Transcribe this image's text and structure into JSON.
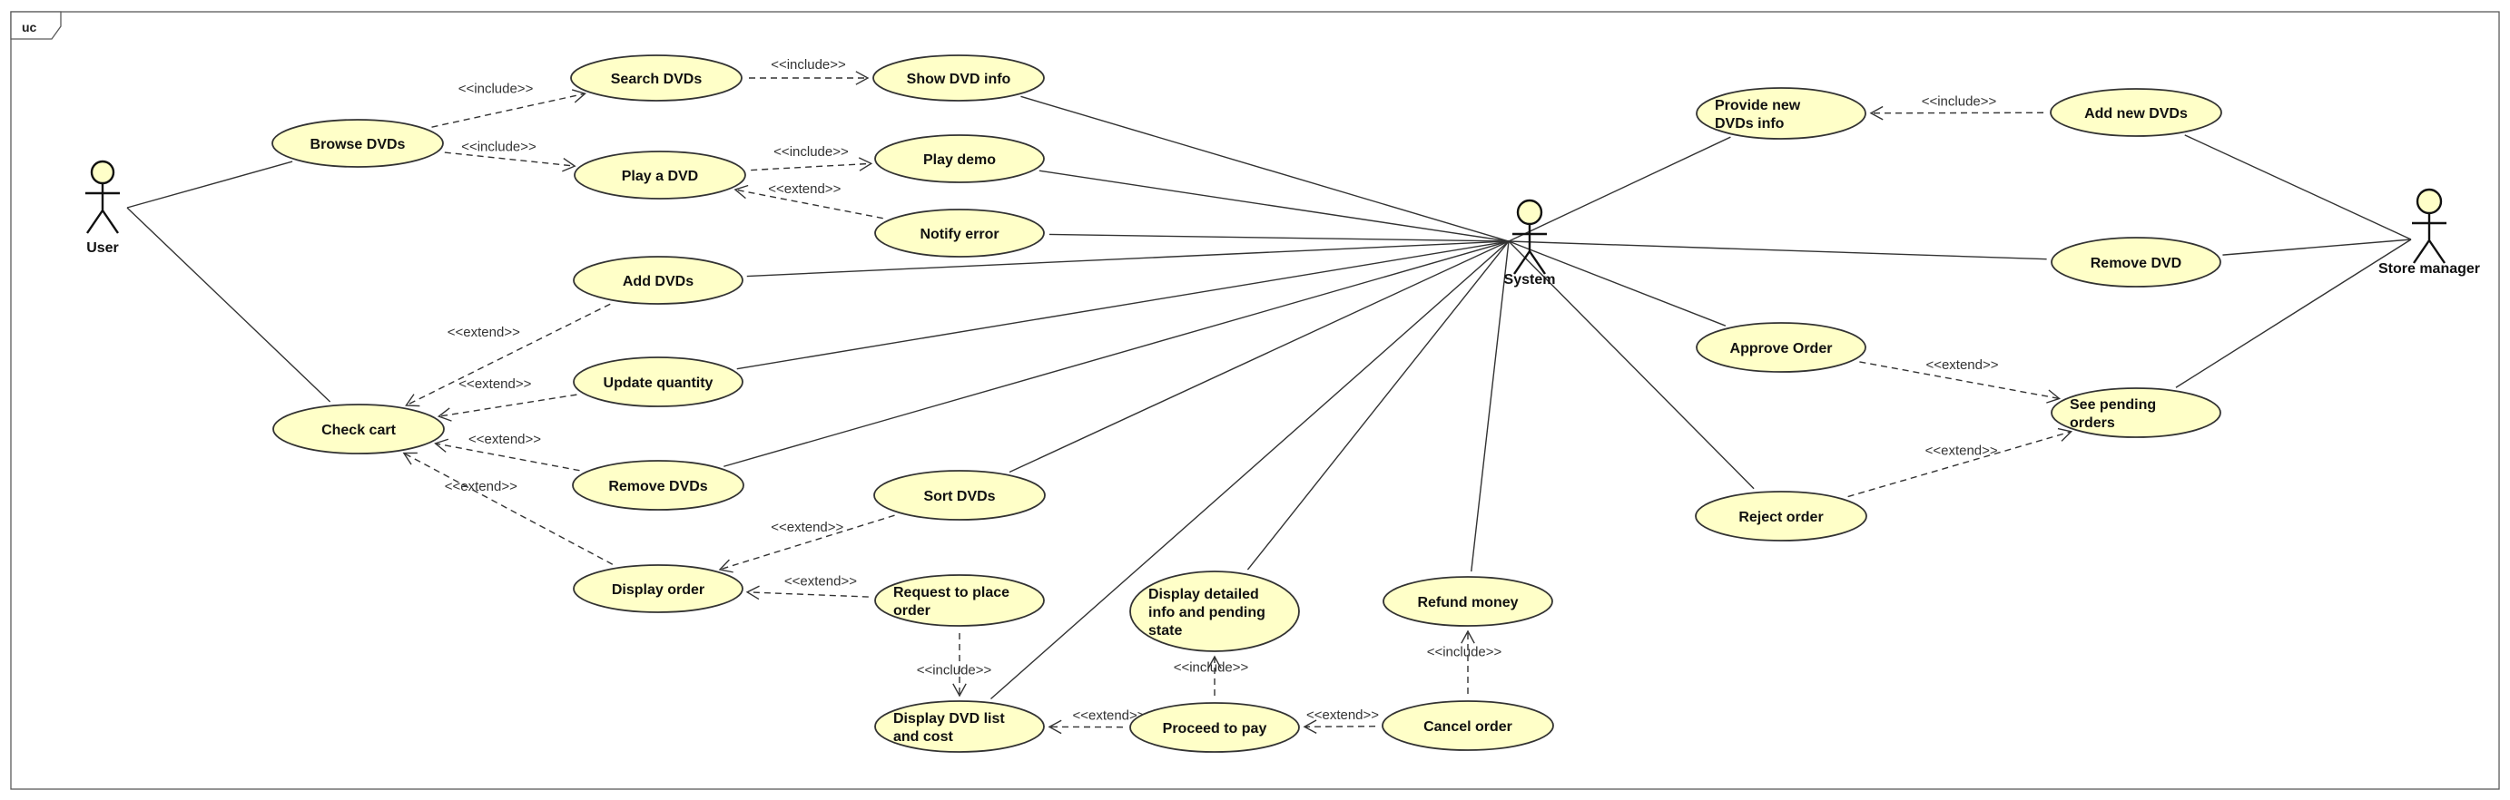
{
  "frame": {
    "label": "uc"
  },
  "actors": [
    {
      "id": "user",
      "name": "User"
    },
    {
      "id": "system",
      "name": "System"
    },
    {
      "id": "store_manager",
      "name": "Store manager"
    }
  ],
  "use_cases": [
    {
      "id": "browse_dvds",
      "lines": [
        "Browse DVDs"
      ]
    },
    {
      "id": "search_dvds",
      "lines": [
        "Search DVDs"
      ]
    },
    {
      "id": "show_dvd_info",
      "lines": [
        "Show DVD info"
      ]
    },
    {
      "id": "play_a_dvd",
      "lines": [
        "Play a DVD"
      ]
    },
    {
      "id": "play_demo",
      "lines": [
        "Play demo"
      ]
    },
    {
      "id": "notify_error",
      "lines": [
        "Notify error"
      ]
    },
    {
      "id": "add_dvds",
      "lines": [
        "Add DVDs"
      ]
    },
    {
      "id": "update_quantity",
      "lines": [
        "Update quantity"
      ]
    },
    {
      "id": "check_cart",
      "lines": [
        "Check cart"
      ]
    },
    {
      "id": "remove_dvds",
      "lines": [
        "Remove DVDs"
      ]
    },
    {
      "id": "sort_dvds",
      "lines": [
        "Sort DVDs"
      ]
    },
    {
      "id": "display_order",
      "lines": [
        "Display order"
      ]
    },
    {
      "id": "request_to_place_order",
      "lines": [
        "Request to place",
        "order"
      ]
    },
    {
      "id": "display_detailed_info",
      "lines": [
        "Display detailed",
        "info and pending",
        "state"
      ]
    },
    {
      "id": "refund_money",
      "lines": [
        "Refund money"
      ]
    },
    {
      "id": "display_dvd_list_and_cost",
      "lines": [
        "Display DVD list",
        "and cost"
      ]
    },
    {
      "id": "proceed_to_pay",
      "lines": [
        "Proceed to pay"
      ]
    },
    {
      "id": "cancel_order",
      "lines": [
        "Cancel order"
      ]
    },
    {
      "id": "provide_new_dvds_info",
      "lines": [
        "Provide new",
        "DVDs info"
      ]
    },
    {
      "id": "add_new_dvds",
      "lines": [
        "Add new DVDs"
      ]
    },
    {
      "id": "remove_dvd",
      "lines": [
        "Remove DVD"
      ]
    },
    {
      "id": "approve_order",
      "lines": [
        "Approve Order"
      ]
    },
    {
      "id": "see_pending_orders",
      "lines": [
        "See pending",
        "orders"
      ]
    },
    {
      "id": "reject_order",
      "lines": [
        "Reject order"
      ]
    }
  ],
  "associations": [
    {
      "from": "user",
      "to": "browse_dvds"
    },
    {
      "from": "user",
      "to": "check_cart"
    },
    {
      "from": "system",
      "to": "show_dvd_info"
    },
    {
      "from": "system",
      "to": "play_demo"
    },
    {
      "from": "system",
      "to": "notify_error"
    },
    {
      "from": "system",
      "to": "add_dvds"
    },
    {
      "from": "system",
      "to": "update_quantity"
    },
    {
      "from": "system",
      "to": "remove_dvds"
    },
    {
      "from": "system",
      "to": "sort_dvds"
    },
    {
      "from": "system",
      "to": "display_dvd_list_and_cost"
    },
    {
      "from": "system",
      "to": "display_detailed_info"
    },
    {
      "from": "system",
      "to": "refund_money"
    },
    {
      "from": "system",
      "to": "provide_new_dvds_info"
    },
    {
      "from": "system",
      "to": "remove_dvd"
    },
    {
      "from": "system",
      "to": "approve_order"
    },
    {
      "from": "system",
      "to": "reject_order"
    },
    {
      "from": "store_manager",
      "to": "add_new_dvds"
    },
    {
      "from": "store_manager",
      "to": "remove_dvd"
    },
    {
      "from": "store_manager",
      "to": "see_pending_orders"
    }
  ],
  "dependencies": [
    {
      "from": "browse_dvds",
      "to": "search_dvds",
      "label": "<<include>>"
    },
    {
      "from": "browse_dvds",
      "to": "play_a_dvd",
      "label": "<<include>>"
    },
    {
      "from": "search_dvds",
      "to": "show_dvd_info",
      "label": "<<include>>"
    },
    {
      "from": "play_a_dvd",
      "to": "play_demo",
      "label": "<<include>>"
    },
    {
      "from": "notify_error",
      "to": "play_a_dvd",
      "label": "<<extend>>"
    },
    {
      "from": "add_dvds",
      "to": "check_cart",
      "label": "<<extend>>"
    },
    {
      "from": "update_quantity",
      "to": "check_cart",
      "label": "<<extend>>"
    },
    {
      "from": "remove_dvds",
      "to": "check_cart",
      "label": "<<extend>>"
    },
    {
      "from": "display_order",
      "to": "check_cart",
      "label": "<<extend>>"
    },
    {
      "from": "sort_dvds",
      "to": "display_order",
      "label": "<<extend>>"
    },
    {
      "from": "request_to_place_order",
      "to": "display_order",
      "label": "<<extend>>"
    },
    {
      "from": "request_to_place_order",
      "to": "display_dvd_list_and_cost",
      "label": "<<include>>"
    },
    {
      "from": "proceed_to_pay",
      "to": "display_dvd_list_and_cost",
      "label": "<<extend>>"
    },
    {
      "from": "proceed_to_pay",
      "to": "display_detailed_info",
      "label": "<<include>>"
    },
    {
      "from": "cancel_order",
      "to": "proceed_to_pay",
      "label": "<<extend>>"
    },
    {
      "from": "cancel_order",
      "to": "refund_money",
      "label": "<<include>>"
    },
    {
      "from": "add_new_dvds",
      "to": "provide_new_dvds_info",
      "label": "<<include>>"
    },
    {
      "from": "approve_order",
      "to": "see_pending_orders",
      "label": "<<extend>>"
    },
    {
      "from": "reject_order",
      "to": "see_pending_orders",
      "label": "<<extend>>"
    }
  ],
  "colors": {
    "use_case_fill": "#ffffc8",
    "line": "#333333",
    "frame": "#5a5a5a"
  }
}
